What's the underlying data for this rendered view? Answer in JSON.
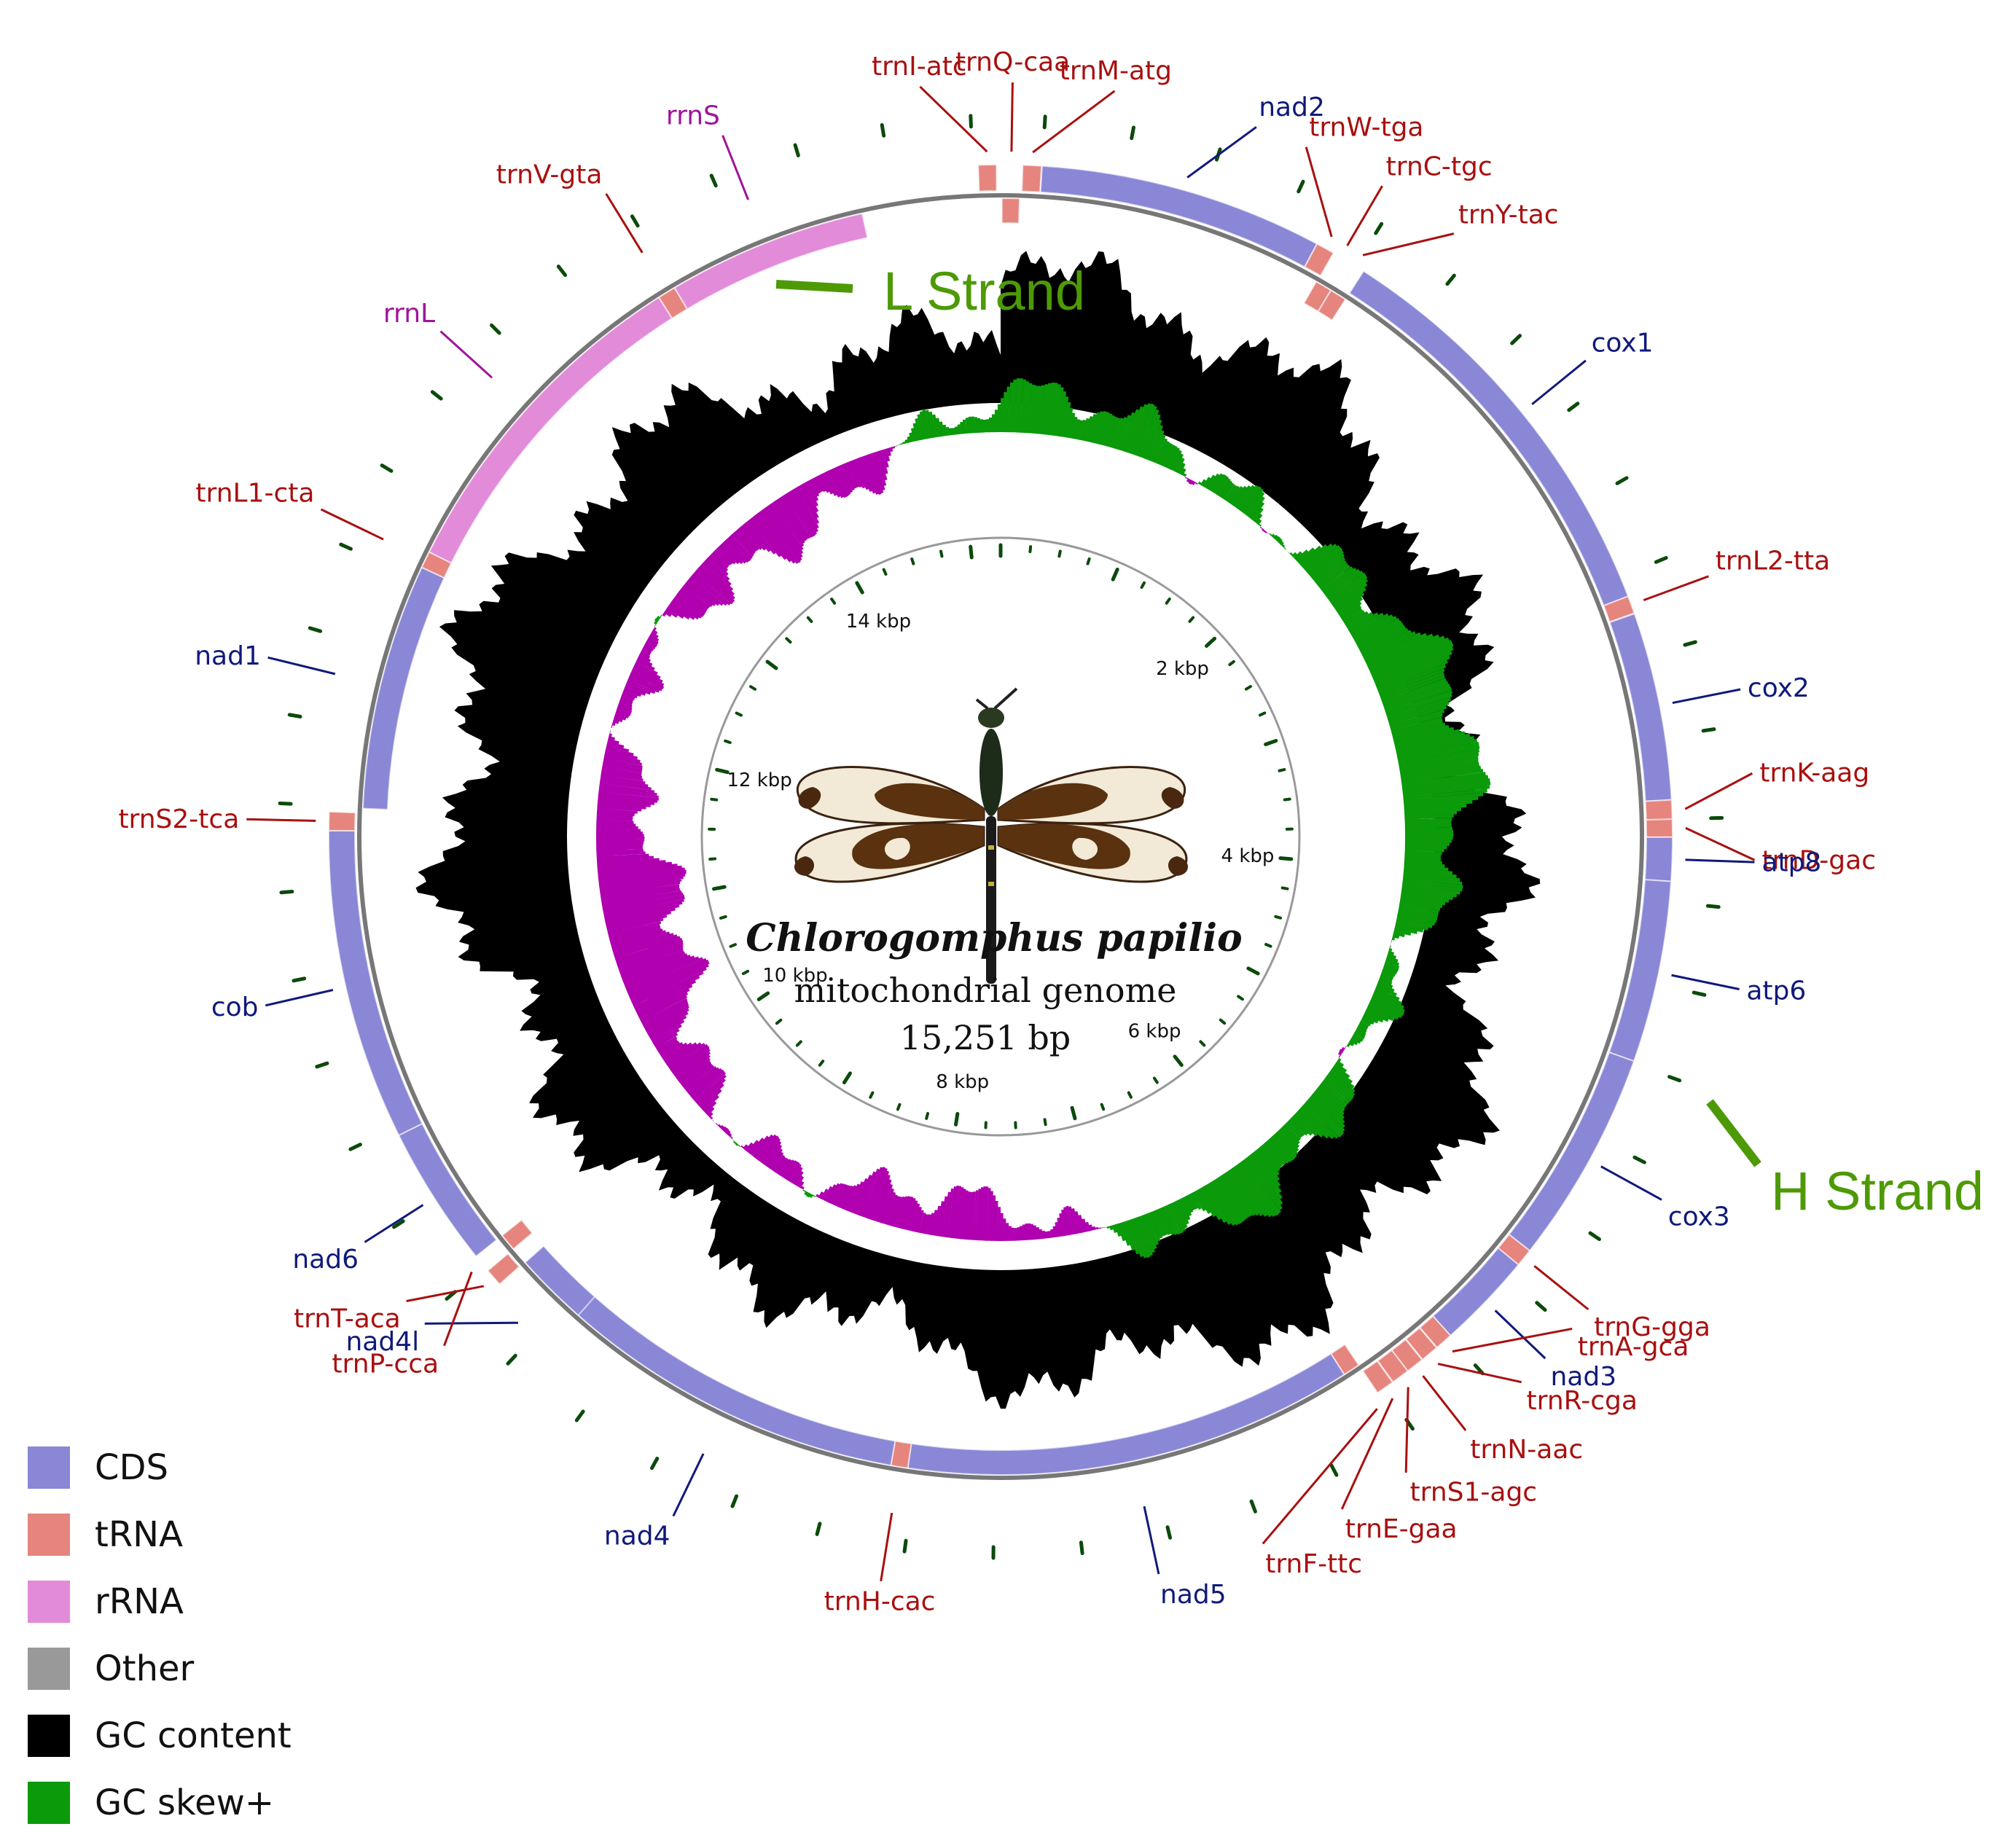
{
  "genome_length": 15251,
  "colors": {
    "cds": "#8a87d6",
    "trna": "#e5857e",
    "rrna": "#e28bd9",
    "other": "#999999",
    "gc_content": "#000000",
    "gc_skew_plus": "#0a9a0a",
    "gc_skew_minus": "#b000b0",
    "label_cds": "#101a7a",
    "label_trna": "#a81010",
    "label_rrna": "#a0149a",
    "strand": "#4e9a06"
  },
  "title": {
    "species": "Chlorogomphus papilio",
    "subtitle": "mitochondrial genome",
    "length": "15,251 bp"
  },
  "strand_labels": {
    "l": "L Strand",
    "h": "H Strand"
  },
  "kbp_labels": [
    "2 kbp",
    "4 kbp",
    "6 kbp",
    "8 kbp",
    "10 kbp",
    "12 kbp",
    "14 kbp"
  ],
  "legend": [
    {
      "label": "CDS",
      "color": "#8a87d6"
    },
    {
      "label": "tRNA",
      "color": "#e5857e"
    },
    {
      "label": "rRNA",
      "color": "#e28bd9"
    },
    {
      "label": "Other",
      "color": "#999999"
    },
    {
      "label": "GC content",
      "color": "#000000"
    },
    {
      "label": "GC skew+",
      "color": "#0a9a0a"
    }
  ],
  "features": [
    {
      "name": "trnI-atc",
      "type": "trna",
      "strand": "outer",
      "start": 15170,
      "end": 15236
    },
    {
      "name": "trnQ-caa",
      "type": "trna",
      "strand": "inner",
      "start": 5,
      "end": 72
    },
    {
      "name": "trnM-atg",
      "type": "trna",
      "strand": "outer",
      "start": 80,
      "end": 148
    },
    {
      "name": "nad2",
      "type": "cds",
      "strand": "outer",
      "start": 150,
      "end": 1190
    },
    {
      "name": "trnW-tga",
      "type": "trna",
      "strand": "outer",
      "start": 1190,
      "end": 1258
    },
    {
      "name": "trnC-tgc",
      "type": "trna",
      "strand": "inner",
      "start": 1255,
      "end": 1320
    },
    {
      "name": "trnY-tac",
      "type": "trna",
      "strand": "inner",
      "start": 1320,
      "end": 1385
    },
    {
      "name": "cox1",
      "type": "cds",
      "strand": "outer",
      "start": 1385,
      "end": 2925
    },
    {
      "name": "trnL2-tta",
      "type": "trna",
      "strand": "outer",
      "start": 2925,
      "end": 2990
    },
    {
      "name": "cox2",
      "type": "cds",
      "strand": "outer",
      "start": 2992,
      "end": 3680
    },
    {
      "name": "trnK-aag",
      "type": "trna",
      "strand": "outer",
      "start": 3680,
      "end": 3750
    },
    {
      "name": "trnD-gac",
      "type": "trna",
      "strand": "outer",
      "start": 3750,
      "end": 3815
    },
    {
      "name": "atp8",
      "type": "cds",
      "strand": "outer",
      "start": 3815,
      "end": 3975
    },
    {
      "name": "atp6",
      "type": "cds",
      "strand": "outer",
      "start": 3975,
      "end": 4640
    },
    {
      "name": "cox3",
      "type": "cds",
      "strand": "outer",
      "start": 4640,
      "end": 5425
    },
    {
      "name": "trnG-gga",
      "type": "trna",
      "strand": "outer",
      "start": 5425,
      "end": 5490
    },
    {
      "name": "nad3",
      "type": "cds",
      "strand": "outer",
      "start": 5490,
      "end": 5845
    },
    {
      "name": "trnA-gca",
      "type": "trna",
      "strand": "outer",
      "start": 5845,
      "end": 5910
    },
    {
      "name": "trnR-cga",
      "type": "trna",
      "strand": "outer",
      "start": 5912,
      "end": 5978
    },
    {
      "name": "trnN-aac",
      "type": "trna",
      "strand": "outer",
      "start": 5980,
      "end": 6046
    },
    {
      "name": "trnS1-agc",
      "type": "trna",
      "strand": "outer",
      "start": 6046,
      "end": 6112
    },
    {
      "name": "trnE-gaa",
      "type": "trna",
      "strand": "outer",
      "start": 6114,
      "end": 6180
    },
    {
      "name": "trnF-ttc",
      "type": "trna",
      "strand": "inner",
      "start": 6180,
      "end": 6246
    },
    {
      "name": "nad5",
      "type": "cds",
      "strand": "inner",
      "start": 6246,
      "end": 7980
    },
    {
      "name": "trnH-cac",
      "type": "trna",
      "strand": "inner",
      "start": 7980,
      "end": 8045
    },
    {
      "name": "nad4",
      "type": "cds",
      "strand": "inner",
      "start": 8045,
      "end": 9385
    },
    {
      "name": "nad4l",
      "type": "cds",
      "strand": "inner",
      "start": 9380,
      "end": 9665
    },
    {
      "name": "trnT-aca",
      "type": "trna",
      "strand": "outer",
      "start": 9668,
      "end": 9733
    },
    {
      "name": "trnP-cca",
      "type": "trna",
      "strand": "inner",
      "start": 9733,
      "end": 9800
    },
    {
      "name": "nad6",
      "type": "cds",
      "strand": "outer",
      "start": 9800,
      "end": 10320
    },
    {
      "name": "cob",
      "type": "cds",
      "strand": "outer",
      "start": 10320,
      "end": 11460
    },
    {
      "name": "trnS2-tca",
      "type": "trna",
      "strand": "outer",
      "start": 11460,
      "end": 11528
    },
    {
      "name": "nad1",
      "type": "cds",
      "strand": "inner",
      "start": 11545,
      "end": 12495
    },
    {
      "name": "trnL1-cta",
      "type": "trna",
      "strand": "inner",
      "start": 12495,
      "end": 12560
    },
    {
      "name": "rrnL",
      "type": "rrna",
      "strand": "inner",
      "start": 12560,
      "end": 13880
    },
    {
      "name": "trnV-gta",
      "type": "trna",
      "strand": "inner",
      "start": 13880,
      "end": 13950
    },
    {
      "name": "rrnS",
      "type": "rrna",
      "strand": "inner",
      "start": 13950,
      "end": 14720
    }
  ],
  "labels": [
    {
      "feature": "trnI-atc",
      "text": "trnI-atc",
      "type": "trna"
    },
    {
      "feature": "trnQ-caa",
      "text": "trnQ-caa",
      "type": "trna"
    },
    {
      "feature": "trnM-atg",
      "text": "trnM-atg",
      "type": "trna"
    },
    {
      "feature": "nad2",
      "text": "nad2",
      "type": "cds"
    },
    {
      "feature": "trnW-tga",
      "text": "trnW-tga",
      "type": "trna"
    },
    {
      "feature": "trnC-tgc",
      "text": "trnC-tgc",
      "type": "trna"
    },
    {
      "feature": "trnY-tac",
      "text": "trnY-tac",
      "type": "trna"
    },
    {
      "feature": "cox1",
      "text": "cox1",
      "type": "cds"
    },
    {
      "feature": "trnL2-tta",
      "text": "trnL2-tta",
      "type": "trna"
    },
    {
      "feature": "cox2",
      "text": "cox2",
      "type": "cds"
    },
    {
      "feature": "trnK-aag",
      "text": "trnK-aag",
      "type": "trna"
    },
    {
      "feature": "trnD-gac",
      "text": "trnD-gac",
      "type": "trna"
    },
    {
      "feature": "atp8",
      "text": "atp8",
      "type": "cds"
    },
    {
      "feature": "atp6",
      "text": "atp6",
      "type": "cds"
    },
    {
      "feature": "cox3",
      "text": "cox3",
      "type": "cds"
    },
    {
      "feature": "trnG-gga",
      "text": "trnG-gga",
      "type": "trna"
    },
    {
      "feature": "nad3",
      "text": "nad3",
      "type": "cds"
    },
    {
      "feature": "trnA-gca",
      "text": "trnA-gca",
      "type": "trna"
    },
    {
      "feature": "trnR-cga",
      "text": "trnR-cga",
      "type": "trna"
    },
    {
      "feature": "trnN-aac",
      "text": "trnN-aac",
      "type": "trna"
    },
    {
      "feature": "trnS1-agc",
      "text": "trnS1-agc",
      "type": "trna"
    },
    {
      "feature": "trnE-gaa",
      "text": "trnE-gaa",
      "type": "trna"
    },
    {
      "feature": "trnF-ttc",
      "text": "trnF-ttc",
      "type": "trna"
    },
    {
      "feature": "nad5",
      "text": "nad5",
      "type": "cds"
    },
    {
      "feature": "trnH-cac",
      "text": "trnH-cac",
      "type": "trna"
    },
    {
      "feature": "nad4",
      "text": "nad4",
      "type": "cds"
    },
    {
      "feature": "nad4l",
      "text": "nad4l",
      "type": "cds"
    },
    {
      "feature": "trnT-aca",
      "text": "trnT-aca",
      "type": "trna"
    },
    {
      "feature": "trnP-cca",
      "text": "trnP-cca",
      "type": "trna"
    },
    {
      "feature": "nad6",
      "text": "nad6",
      "type": "cds"
    },
    {
      "feature": "cob",
      "text": "cob",
      "type": "cds"
    },
    {
      "feature": "trnS2-tca",
      "text": "trnS2-tca",
      "type": "trna"
    },
    {
      "feature": "nad1",
      "text": "nad1",
      "type": "cds"
    },
    {
      "feature": "trnL1-cta",
      "text": "trnL1-cta",
      "type": "trna"
    },
    {
      "feature": "rrnL",
      "text": "rrnL",
      "type": "rrna"
    },
    {
      "feature": "trnV-gta",
      "text": "trnV-gta",
      "type": "trna"
    },
    {
      "feature": "rrnS",
      "text": "rrnS",
      "type": "rrna"
    }
  ],
  "image_alt": "dragonfly-photo"
}
